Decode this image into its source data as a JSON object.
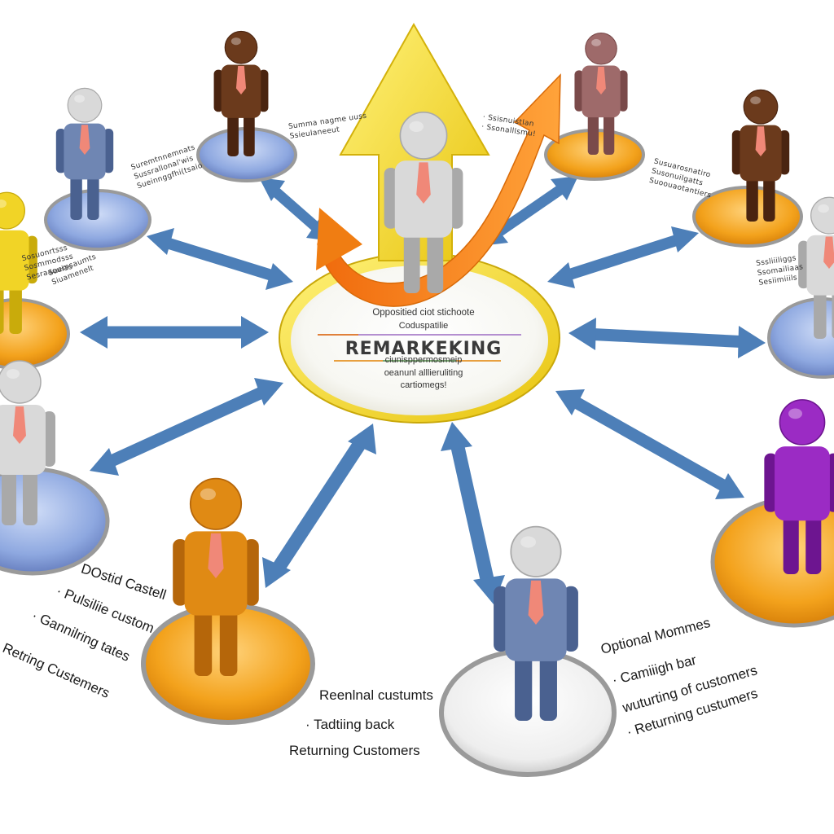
{
  "hub": {
    "title": "REMARKEKING",
    "lines_above": [
      "Oppositied ciot stichoote",
      "Coduspatilie"
    ],
    "lines_below": [
      "ciunisppermosmeip",
      "oeanunl alllieruliting",
      "cartiomegs!"
    ]
  },
  "labels": {
    "bottom_center": {
      "l1": "Reenlnal custumts",
      "l2": "·  Tadtiing back",
      "l3": "Returning Customers"
    },
    "bottom_right": {
      "l1": "Optional Mommes",
      "l2": "·  Camiiigh bar",
      "l3": "wuturting of customers",
      "l4": "·  Returning custumers"
    },
    "bottom_left": {
      "l1": "DOstid Castell",
      "l2": "·  Pulsiliie custom",
      "l3": "·  Gannilring tates",
      "l4": "Retring Custemers"
    },
    "small": {
      "top_left": [
        "Suremtnnemnats",
        "Sussrallonal'wis",
        "Sueinnggfhi(tsaio"
      ],
      "top_center": [
        "Summa nagme uuss",
        "Ssieulaneeut"
      ],
      "top_right1": [
        "·  Ssisnuistlan",
        "·  Ssonalllsmu!"
      ],
      "top_right2": [
        "Susuarosnatiro",
        "Susonuilgatts",
        "Suoouaotantiers"
      ],
      "far_right": [
        "Sssliiiliggs",
        "Ssomailiaas",
        "Sesiimiiils"
      ],
      "far_left": [
        "Sosuonrtsss",
        "Sosmmodsss",
        "Sesraaouias"
      ],
      "left_mid": [
        "Suemsaumts",
        "Siuamenelt"
      ]
    }
  },
  "colors": {
    "hub_ring": "#f2d024",
    "arrow_blue": "#4d7fb8",
    "arrow_yellow": "#f5d623",
    "arrow_orange": "#f07d12",
    "pad_blue": "#8ea8e0",
    "pad_orange": "#f3a21c",
    "pad_white": "#f0f0f0"
  },
  "figures": [
    {
      "role": "top-left",
      "body": "blue",
      "head": "silver"
    },
    {
      "role": "top-center-left",
      "body": "brown",
      "head": "brown"
    },
    {
      "role": "top-center-right",
      "body": "mauve",
      "head": "mauve"
    },
    {
      "role": "top-right",
      "body": "brown",
      "head": "brown"
    },
    {
      "role": "left",
      "body": "yellow",
      "head": "yellow"
    },
    {
      "role": "far-right",
      "body": "silver",
      "head": "silver"
    },
    {
      "role": "left-lower",
      "body": "silver",
      "head": "silver"
    },
    {
      "role": "right-lower",
      "body": "purple",
      "head": "purple"
    },
    {
      "role": "bottom-left",
      "body": "orange",
      "head": "orange"
    },
    {
      "role": "bottom-center",
      "body": "blue",
      "head": "silver"
    },
    {
      "role": "center",
      "body": "silver",
      "head": "silver"
    }
  ]
}
